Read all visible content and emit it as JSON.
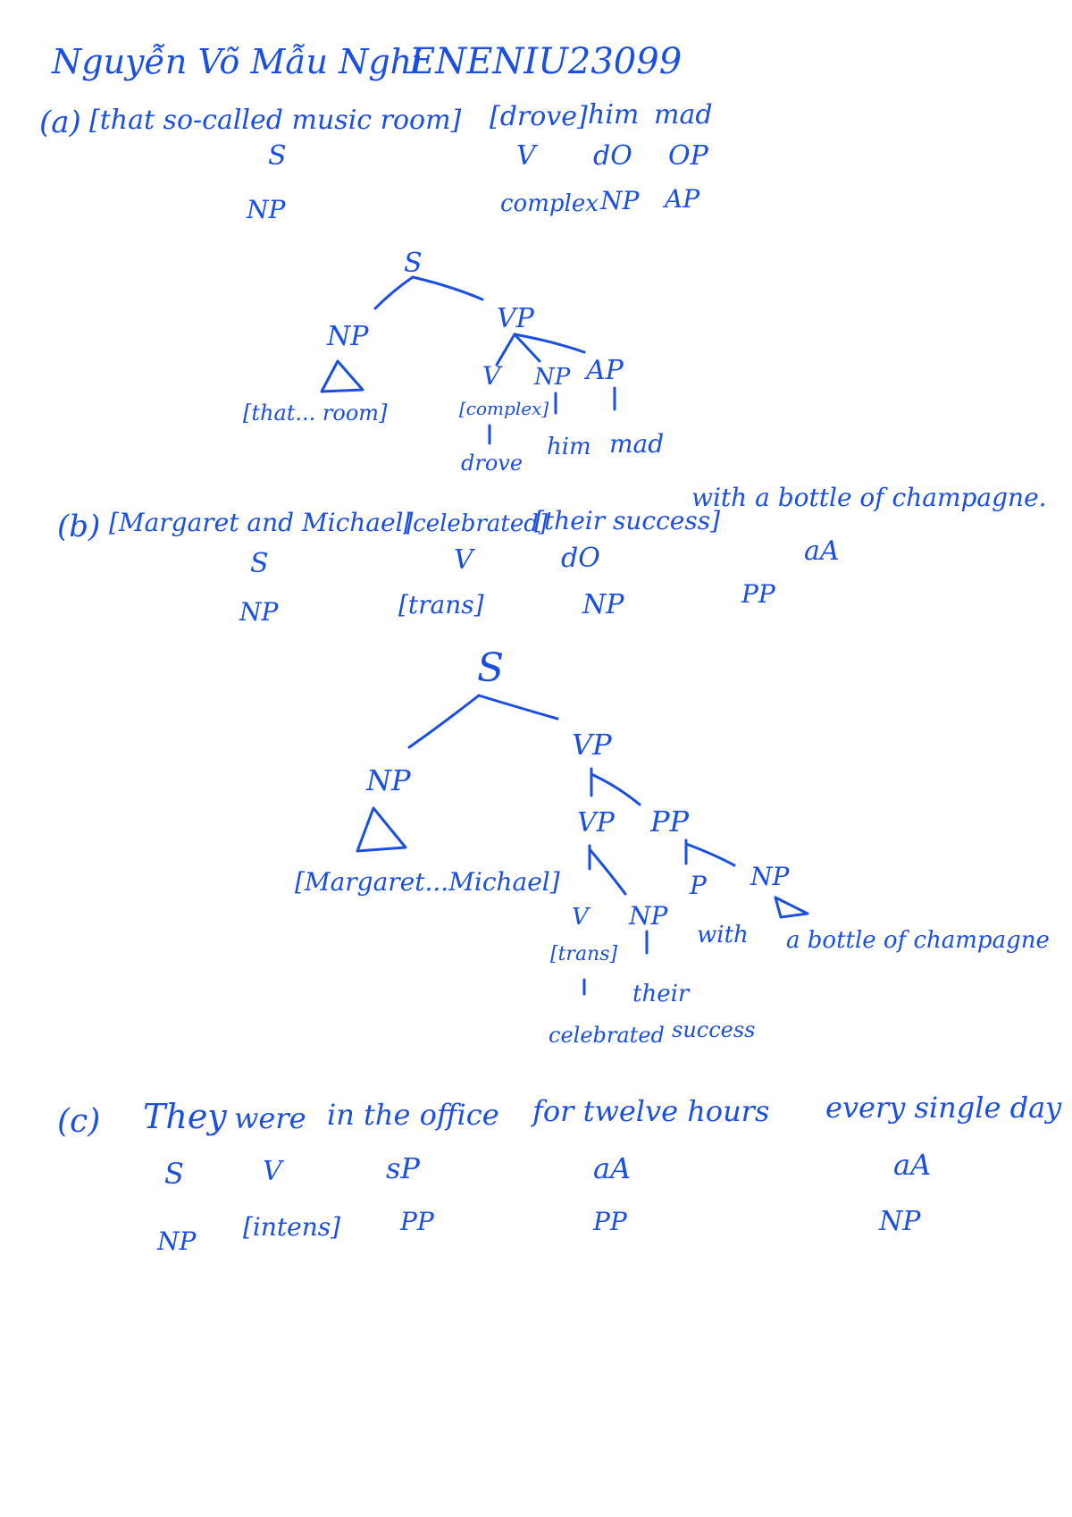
{
  "header": {
    "student_name": "Nguyễn Võ Mẫu Nghi",
    "student_id": "ENENIU23099"
  },
  "exercises": [
    {
      "id": "a",
      "marker": "(a)",
      "segments": [
        {
          "text": "[that so-called music room]",
          "function": "S",
          "category": "NP"
        },
        {
          "text": "[drove]",
          "function": "V",
          "category": "complex"
        },
        {
          "text": "him",
          "function": "dO",
          "category": "NP"
        },
        {
          "text": "mad",
          "function": "OP",
          "category": "AP"
        }
      ],
      "tree": {
        "root": "S",
        "np": "NP",
        "np_leaf": "[that... room]",
        "vp": "VP",
        "v": "V",
        "v_sub": "[complex]",
        "v_word": "drove",
        "obj_np": "NP",
        "obj_word": "him",
        "ap": "AP",
        "ap_word": "mad"
      }
    },
    {
      "id": "b",
      "marker": "(b)",
      "segments": [
        {
          "text": "[Margaret and Michael]",
          "function": "S",
          "category": "NP"
        },
        {
          "text": "[celebrated]",
          "function": "V",
          "category": "[trans]"
        },
        {
          "text": "[their success]",
          "function": "dO",
          "category": "NP"
        },
        {
          "text": "with a bottle of champagne.",
          "function": "aA",
          "category": "PP"
        }
      ],
      "tree": {
        "root": "S",
        "np": "NP",
        "np_leaf": "[Margaret...Michael]",
        "vp": "VP",
        "inner_vp": "VP",
        "pp": "PP",
        "v": "V",
        "v_sub": "[trans]",
        "v_word": "celebrated",
        "obj_np": "NP",
        "obj_words": [
          "their",
          "success"
        ],
        "p": "P",
        "p_word": "with",
        "pp_np": "NP",
        "pp_np_leaf": "a bottle of champagne"
      }
    },
    {
      "id": "c",
      "marker": "(c)",
      "words": [
        "They",
        "were",
        "in the office",
        "for twelve hours",
        "every single day"
      ],
      "functions": [
        "S",
        "V",
        "sP",
        "aA",
        "aA"
      ],
      "categories": [
        "NP",
        "[intens]",
        "PP",
        "PP",
        "NP"
      ]
    }
  ]
}
